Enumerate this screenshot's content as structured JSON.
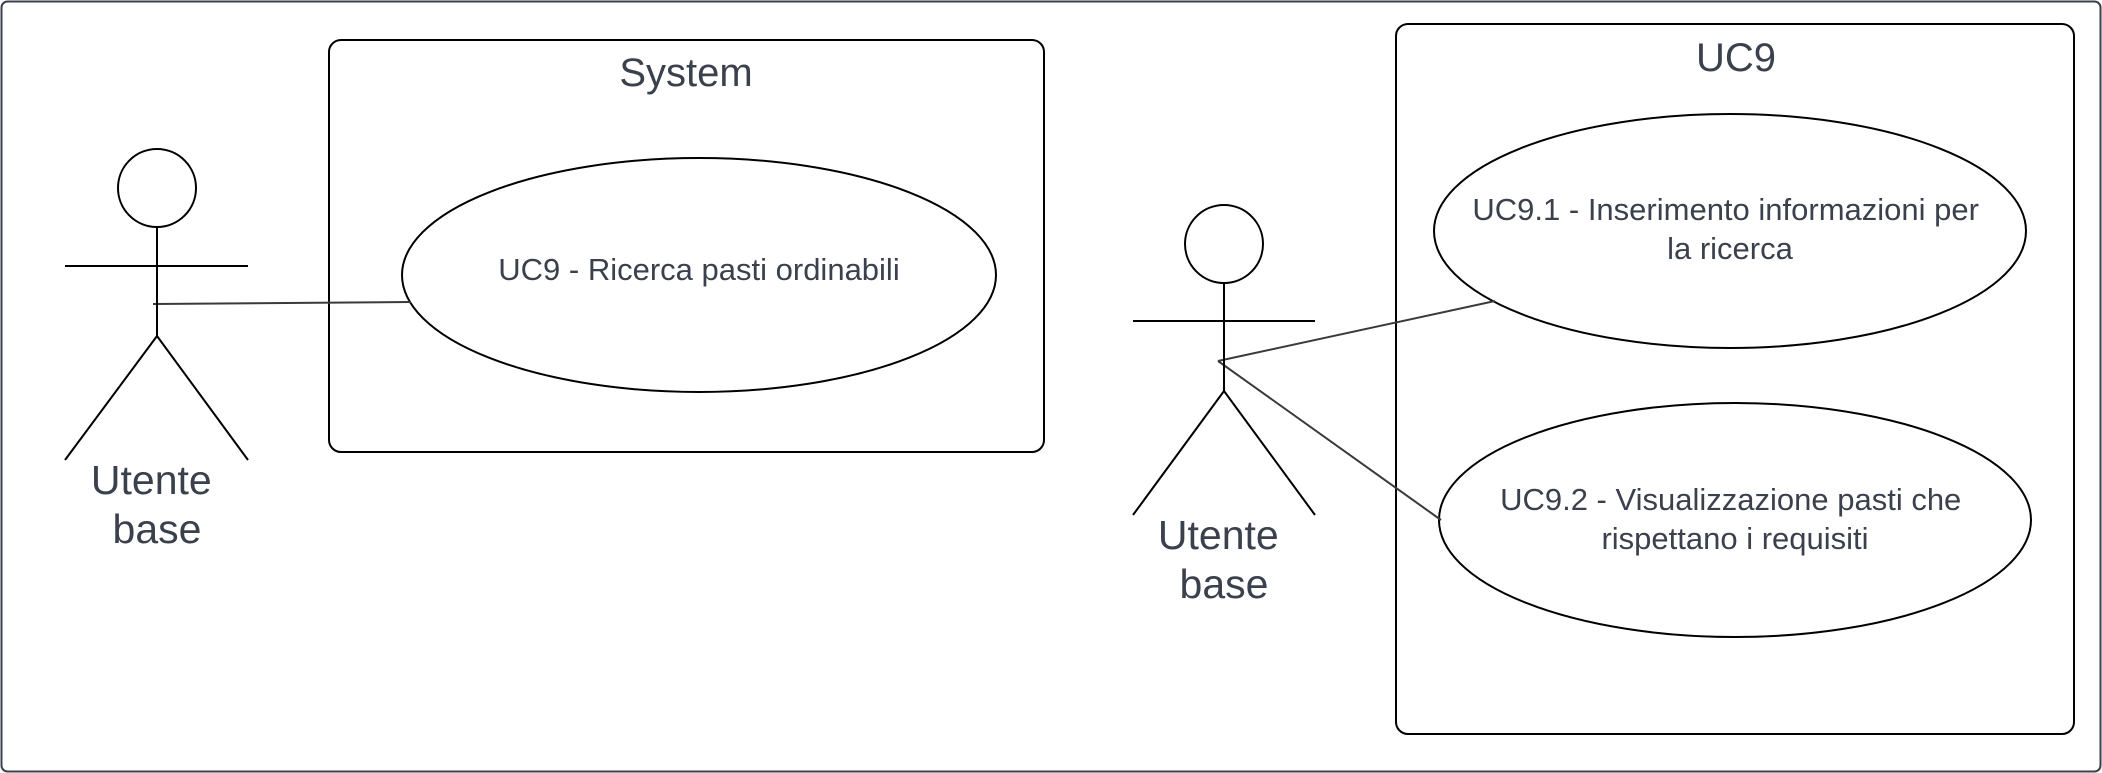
{
  "diagram": {
    "type": "uml-use-case",
    "left": {
      "boundary_title": "System",
      "actor": {
        "line1": "Utente",
        "line2": "base"
      },
      "usecase": {
        "line1": "UC9 - Ricerca pasti ordinabili"
      }
    },
    "right": {
      "boundary_title": "UC9",
      "actor": {
        "line1": "Utente",
        "line2": "base"
      },
      "usecases": [
        {
          "line1": "UC9.1 - Inserimento informazioni per",
          "line2": "la ricerca"
        },
        {
          "line1": "UC9.2 - Visualizzazione pasti che",
          "line2": "rispettano i requisiti"
        }
      ]
    },
    "colors": {
      "text": "#3a414d",
      "stroke": "#000000",
      "frame": "#3a414d",
      "background": "#ffffff"
    }
  }
}
